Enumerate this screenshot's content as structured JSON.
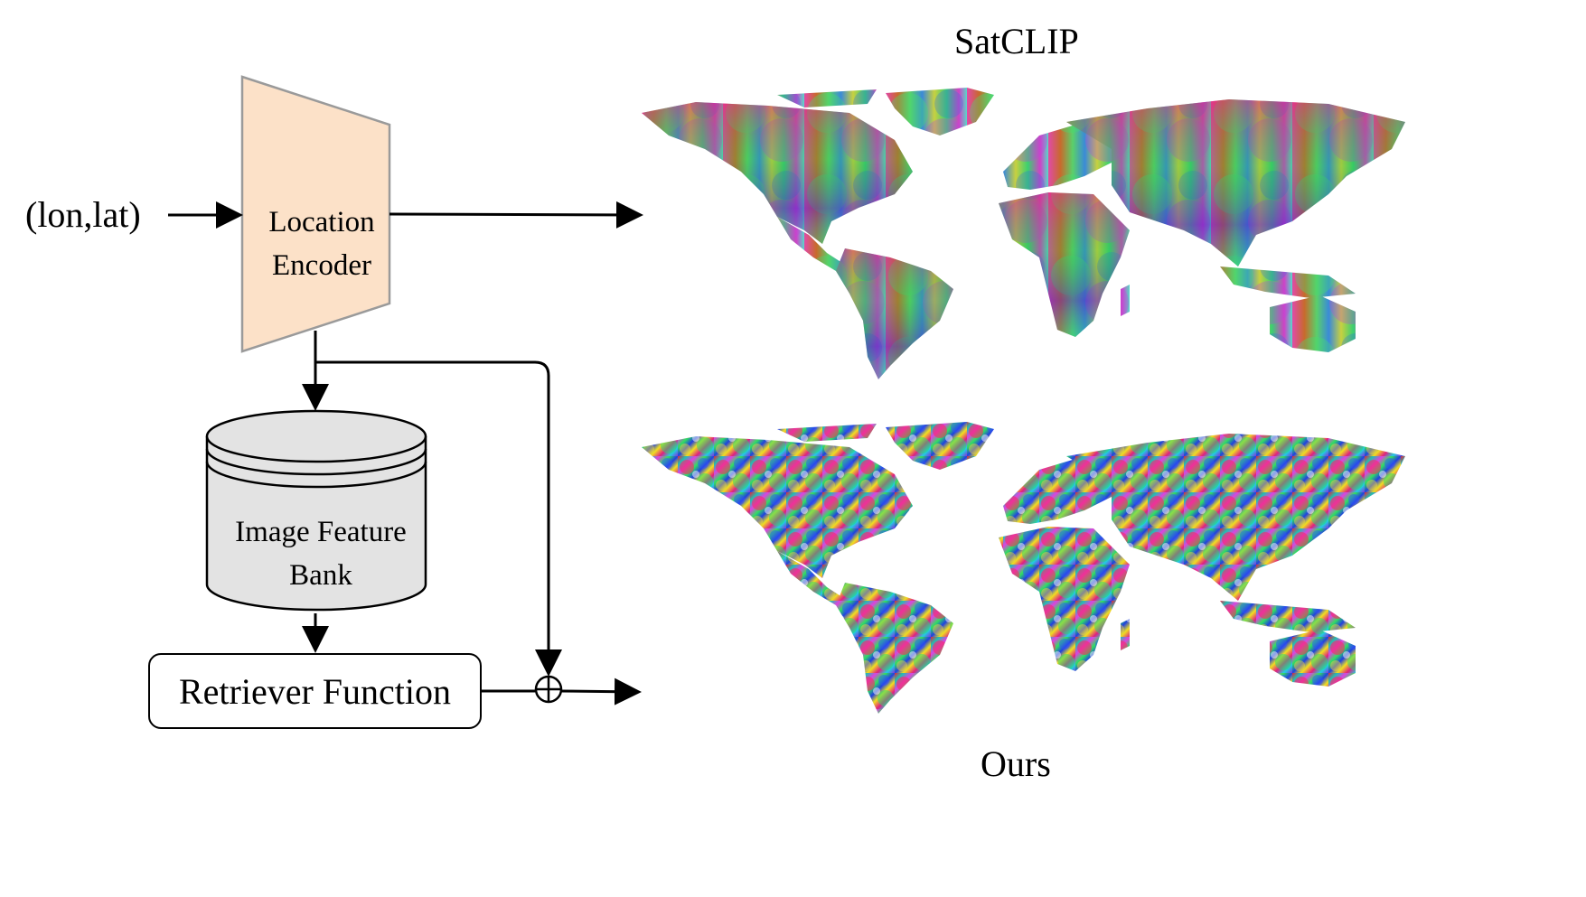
{
  "diagram": {
    "input_label": "(lon,lat)",
    "encoder_label_line1": "Location",
    "encoder_label_line2": "Encoder",
    "bank_label_line1": "Image Feature",
    "bank_label_line2": "Bank",
    "retriever_label": "Retriever Function",
    "combine_symbol": "⊕"
  },
  "maps": {
    "top_title": "SatCLIP",
    "bottom_title": "Ours"
  },
  "colors": {
    "encoder_fill": "#fce1c8",
    "encoder_stroke": "#9a9a9a",
    "bank_fill": "#e3e3e3",
    "line": "#000000"
  }
}
